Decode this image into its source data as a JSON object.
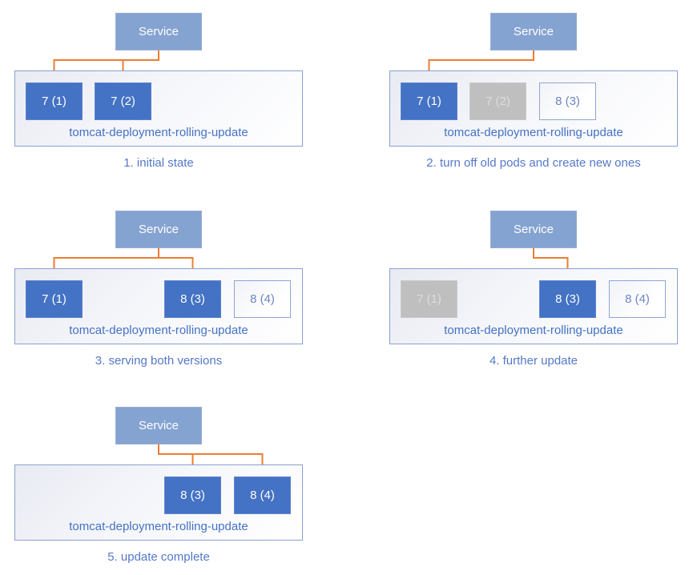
{
  "diagram": {
    "subject": "tomcat deployment rolling update stages"
  },
  "colors": {
    "service_fill": "#85A3D1",
    "service_border": "#97ADD3",
    "pod_active_fill": "#4472C4",
    "pod_active_text": "#FFFFFF",
    "pod_stopped_fill": "#BFBFBF",
    "pod_stopped_text": "#DCDCDC",
    "pod_pending_border": "#8FA5D4",
    "pod_pending_text": "#6E86C0",
    "arrow": "#ED7D31",
    "deployment_border": "#8AA0D0",
    "deployment_label_text": "#4472C4",
    "caption_text": "#5578C9"
  },
  "panels": [
    {
      "service": "Service",
      "deployment_label": "tomcat-deployment-rolling-update",
      "caption": "1. initial state",
      "pods": [
        {
          "label": "7 (1)",
          "slot": 1,
          "state": "active",
          "arrow": true
        },
        {
          "label": "7 (2)",
          "slot": 2,
          "state": "active",
          "arrow": true
        }
      ]
    },
    {
      "service": "Service",
      "deployment_label": "tomcat-deployment-rolling-update",
      "caption": "2. turn off old pods and create new ones",
      "pods": [
        {
          "label": "7 (1)",
          "slot": 1,
          "state": "active",
          "arrow": true
        },
        {
          "label": "7 (2)",
          "slot": 2,
          "state": "stopped",
          "arrow": false
        },
        {
          "label": "8 (3)",
          "slot": 3,
          "state": "pending",
          "arrow": false
        }
      ]
    },
    {
      "service": "Service",
      "deployment_label": "tomcat-deployment-rolling-update",
      "caption": "3. serving both versions",
      "pods": [
        {
          "label": "7 (1)",
          "slot": 1,
          "state": "active",
          "arrow": true
        },
        {
          "label": "8 (3)",
          "slot": 3,
          "state": "active",
          "arrow": true
        },
        {
          "label": "8 (4)",
          "slot": 4,
          "state": "pending",
          "arrow": false
        }
      ]
    },
    {
      "service": "Service",
      "deployment_label": "tomcat-deployment-rolling-update",
      "caption": "4. further update",
      "pods": [
        {
          "label": "7 (1)",
          "slot": 1,
          "state": "stopped",
          "arrow": false
        },
        {
          "label": "8 (3)",
          "slot": 3,
          "state": "active",
          "arrow": true
        },
        {
          "label": "8 (4)",
          "slot": 4,
          "state": "pending",
          "arrow": false
        }
      ]
    },
    {
      "service": "Service",
      "deployment_label": "tomcat-deployment-rolling-update",
      "caption": "5. update complete",
      "pods": [
        {
          "label": "8 (3)",
          "slot": 3,
          "state": "active",
          "arrow": true
        },
        {
          "label": "8 (4)",
          "slot": 4,
          "state": "active",
          "arrow": true
        }
      ]
    }
  ]
}
